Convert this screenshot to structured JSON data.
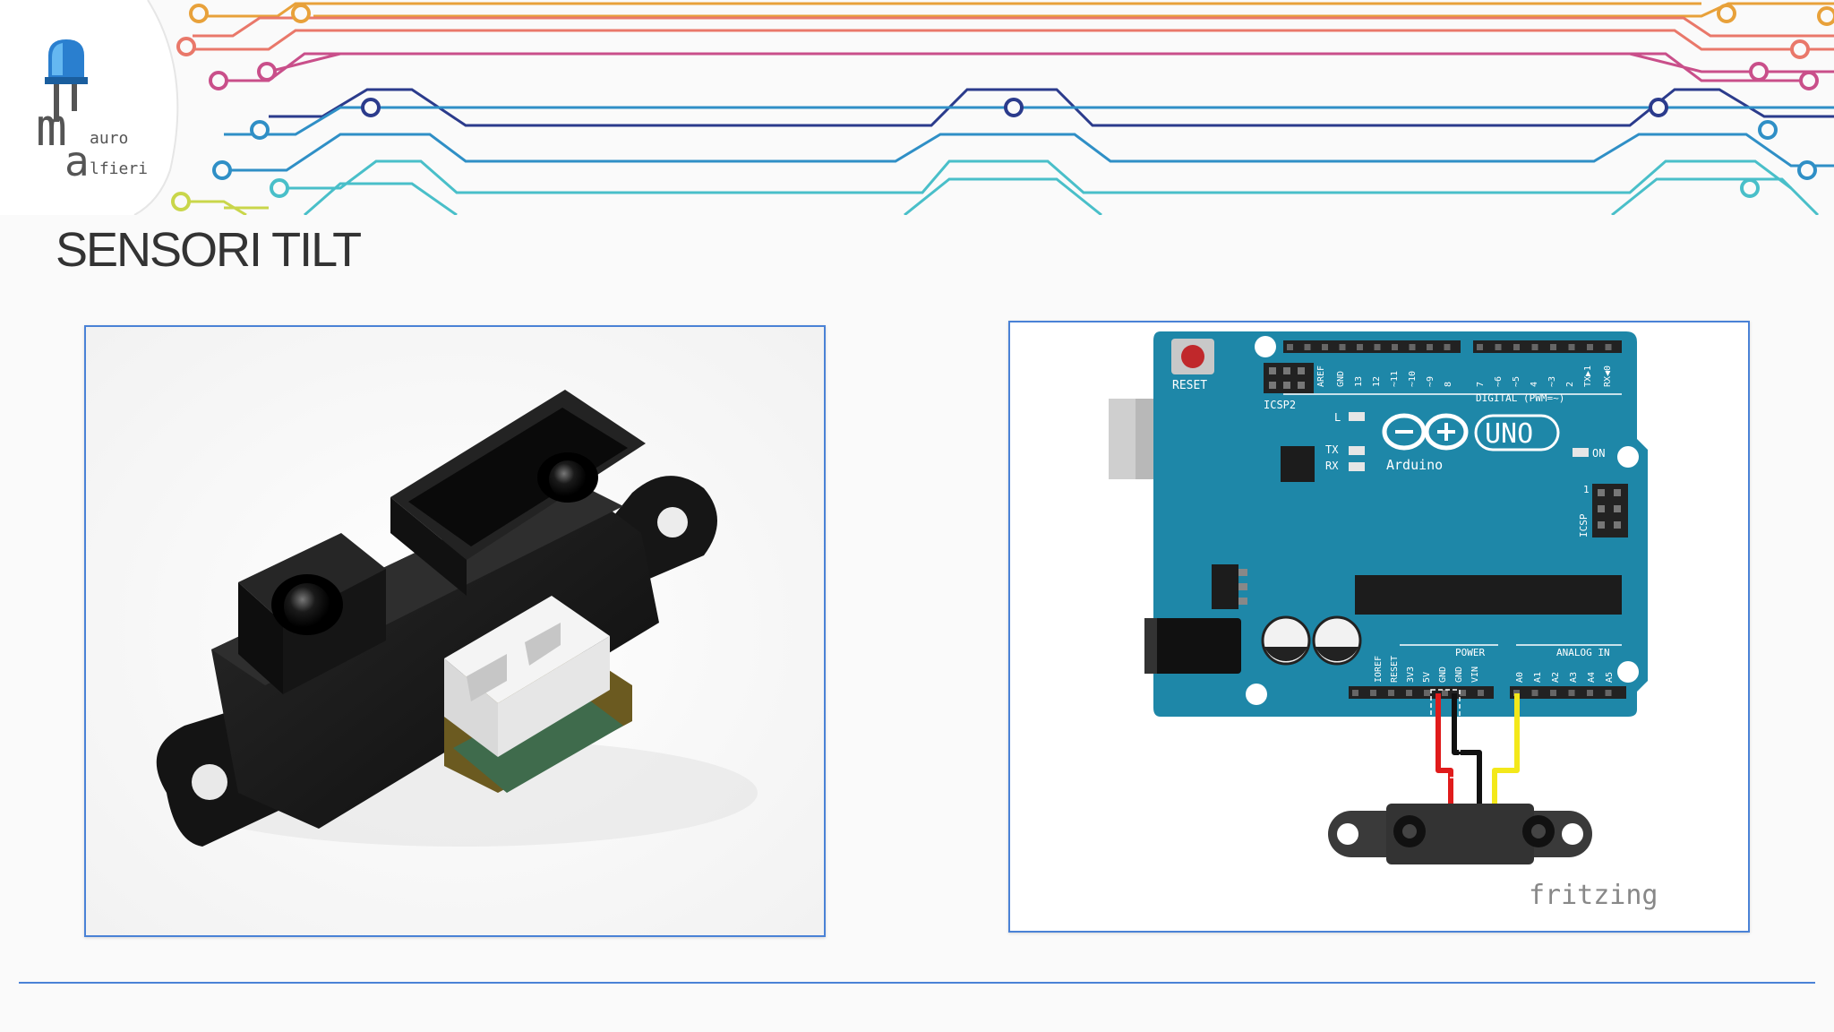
{
  "slide": {
    "title": "SENSORI TILT"
  },
  "logo": {
    "letter_m": "m",
    "letter_a": "a",
    "word_mauro": "auro",
    "word_alfieri": "lfieri"
  },
  "colors": {
    "frame_border": "#4a82d6",
    "arduino_board": "#1e87a8",
    "wire_red": "#e01b1b",
    "wire_black": "#111111",
    "wire_yellow": "#f3e81a",
    "circuit_traces": [
      "#e8a13a",
      "#e9786a",
      "#c94f8a",
      "#2b3b8c",
      "#2f8fc6",
      "#49bfc9",
      "#c9d64a"
    ]
  },
  "board": {
    "reset_label": "RESET",
    "icsp2_label": "ICSP2",
    "icsp_label": "ICSP",
    "digital_label": "DIGITAL (PWM=~)",
    "power_label": "POWER",
    "analog_label": "ANALOG IN",
    "uno_label": "UNO",
    "brand_label": "Arduino",
    "led_l": "L",
    "led_tx": "TX",
    "led_rx": "RX",
    "led_on": "ON",
    "digital_pins": [
      "AREF",
      "GND",
      "13",
      "12",
      "~11",
      "~10",
      "~9",
      "8",
      "7",
      "~6",
      "~5",
      "4",
      "~3",
      "2",
      "TX▶1",
      "RX◀0"
    ],
    "power_pins": [
      "IOREF",
      "RESET",
      "3V3",
      "5V",
      "GND",
      "GND",
      "VIN"
    ],
    "analog_pins": [
      "A0",
      "A1",
      "A2",
      "A3",
      "A4",
      "A5"
    ],
    "icsp_pin1": "1"
  },
  "credit": {
    "watermark": "fritzing"
  },
  "icons": {
    "led_logo": "blue-led-icon",
    "sensor_photo": "sharp-ir-sensor-image",
    "schematic": "arduino-uno-wiring-diagram"
  }
}
